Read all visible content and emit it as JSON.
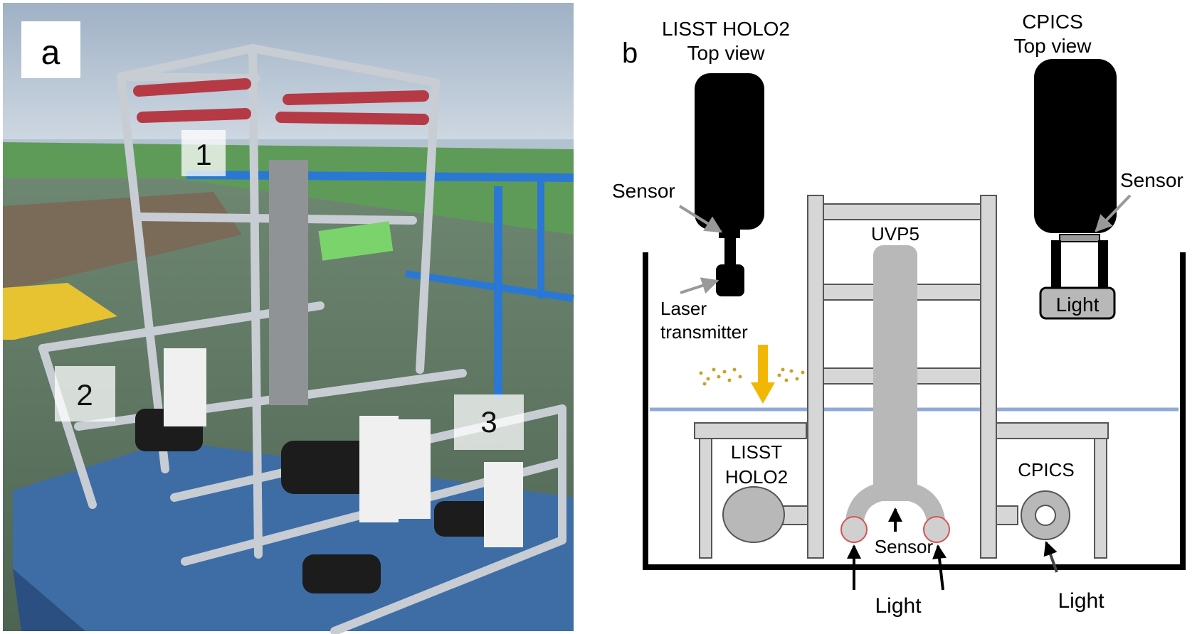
{
  "panel_a": {
    "label": "a",
    "markers": [
      "1",
      "2",
      "3"
    ],
    "colors": {
      "sky": "#b9c7d6",
      "deck": "#5f7763",
      "frame": "#c7cdd3",
      "pallet": "#3e6da6",
      "red_bar": "#b53a45",
      "blue_rail": "#2a78d3",
      "ship_green": "#5f9b58",
      "tag": "#7bd36c"
    }
  },
  "panel_b": {
    "label": "b",
    "lisst_top": [
      "LISST HOLO2",
      "Top view"
    ],
    "cpics_top": [
      "CPICS",
      "Top view"
    ],
    "sensor_left": "Sensor",
    "sensor_right": "Sensor",
    "laser": [
      "Laser",
      "transmitter"
    ],
    "uvp5": "UVP5",
    "light_box": "Light",
    "lisst_side": [
      "LISST",
      "HOLO2"
    ],
    "cpics_side": "CPICS",
    "sensor_bottom": "Sensor",
    "light_bottom_center": "Light",
    "light_bottom_right": "Light",
    "colors": {
      "black": "#000000",
      "frame": "#d6d6d6",
      "frame_stroke": "#555555",
      "uvp": "#b8b8b8",
      "water": "#8fa9d8",
      "laser": "#f2b705",
      "particles": "#c9a227",
      "lamp_ring": "#d9534f"
    }
  }
}
